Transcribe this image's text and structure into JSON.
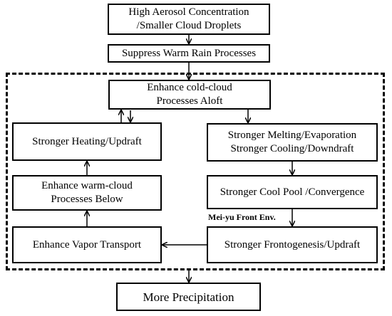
{
  "boxes": {
    "aerosol": {
      "line1": "High Aerosol Concentration",
      "line2": "/Smaller Cloud Droplets"
    },
    "suppress": {
      "line1": "Suppress Warm Rain Processes"
    },
    "cold_cloud": {
      "line1": "Enhance cold-cloud",
      "line2": "Processes Aloft"
    },
    "heating": {
      "line1": "Stronger Heating/Updraft"
    },
    "melting": {
      "line1": "Stronger Melting/Evaporation",
      "line2": "Stronger Cooling/Downdraft"
    },
    "warm_cloud": {
      "line1": "Enhance warm-cloud",
      "line2": "Processes Below"
    },
    "cool_pool": {
      "line1": "Stronger Cool Pool /Convergence"
    },
    "vapor": {
      "line1": "Enhance Vapor Transport"
    },
    "frontogenesis": {
      "line1": "Stronger Frontogenesis/Updraft"
    },
    "precip": {
      "line1": "More Precipitation"
    }
  },
  "annotations": {
    "meiyu": "Mei-yu Front Env."
  }
}
